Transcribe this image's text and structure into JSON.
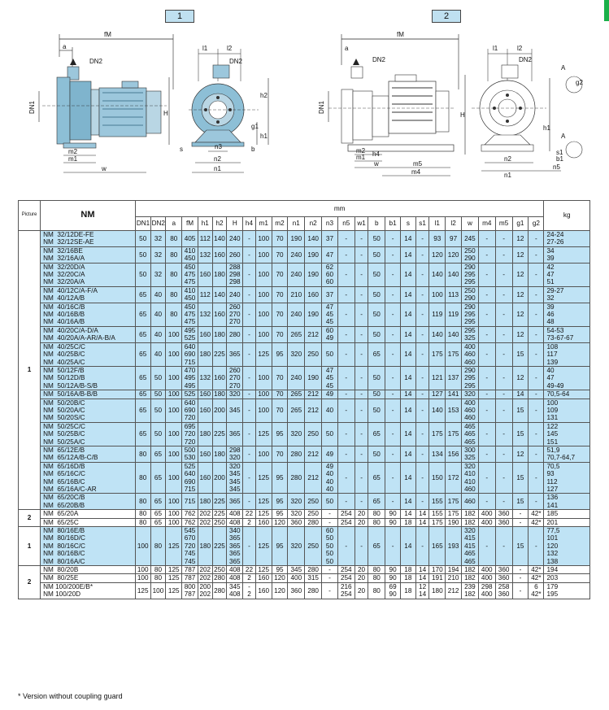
{
  "figures": {
    "label1": "1",
    "label2": "2"
  },
  "dims1": {
    "fM": "fM",
    "a": "a",
    "DN2": "DN2",
    "DN1": "DN1",
    "m2": "m2",
    "m1": "m1",
    "w": "w",
    "H": "H",
    "l1": "l1",
    "l2": "l2",
    "DN2b": "DN2",
    "h2": "h2",
    "g1": "g1",
    "h1": "h1",
    "n3": "n3",
    "s": "s",
    "b": "b",
    "n2": "n2",
    "n1": "n1"
  },
  "dims2": {
    "fM": "fM",
    "a": "a",
    "DN2": "DN2",
    "DN1": "DN1",
    "h4": "h4",
    "m2": "m2",
    "m1": "m1",
    "w": "w",
    "m5": "m5",
    "m4": "m4",
    "H": "H",
    "l1": "l1",
    "l2": "l2",
    "DN2b": "DN2",
    "A": "A",
    "g2": "g2",
    "h1": "h1",
    "s1": "s1",
    "b1": "b1",
    "n5": "n5",
    "n2": "n2",
    "n1": "n1",
    "A2": "A"
  },
  "table": {
    "picture_header": "Picture",
    "nm_header": "NM",
    "mm_header": "mm",
    "kg_header": "kg",
    "columns": [
      "DN1",
      "DN2",
      "a",
      "fM",
      "h1",
      "h2",
      "H",
      "h4",
      "m1",
      "m2",
      "n1",
      "n2",
      "n3",
      "n5",
      "w1",
      "b",
      "b1",
      "s",
      "s1",
      "l1",
      "l2",
      "w",
      "m4",
      "m5",
      "g1",
      "g2"
    ],
    "rows": [
      {
        "pic": "1",
        "span": 1,
        "cls": "blue",
        "names": [
          "NM  32/12DE-FE",
          "NM  32/12SE-AE"
        ],
        "cells": [
          "50",
          "32",
          "80",
          "405",
          "112",
          "140",
          "240",
          "-",
          "100",
          "70",
          "190",
          "140",
          "37",
          "-",
          "-",
          "50",
          "-",
          "14",
          "-",
          "93",
          "97",
          "245",
          "-",
          "-",
          "12",
          "-"
        ],
        "kg": [
          "24-24",
          "27-26"
        ]
      },
      {
        "cls": "blue",
        "names": [
          "NM  32/16BE",
          "NM  32/16A/A"
        ],
        "cells": [
          "50",
          "32",
          "80",
          "410\n450",
          "132",
          "160",
          "260",
          "-",
          "100",
          "70",
          "240",
          "190",
          "47",
          "-",
          "-",
          "50",
          "-",
          "14",
          "-",
          "120",
          "120",
          "250\n290",
          "-",
          "-",
          "12",
          "-"
        ],
        "kg": [
          "34",
          "39"
        ]
      },
      {
        "cls": "blue",
        "names": [
          "NM  32/20D/A",
          "NM  32/20C/A",
          "NM  32/20A/A"
        ],
        "cells": [
          "50",
          "32",
          "80",
          "450\n475\n475",
          "160",
          "180",
          "288\n298\n298",
          "-",
          "100",
          "70",
          "240",
          "190",
          "62\n60\n60",
          "-",
          "-",
          "50",
          "-",
          "14",
          "-",
          "140",
          "140",
          "290\n295\n295",
          "-",
          "-",
          "12",
          "-"
        ],
        "kg": [
          "42",
          "47",
          "51"
        ]
      },
      {
        "cls": "blue",
        "names": [
          "NM  40/12C/A-F/A",
          "NM  40/12A/B"
        ],
        "cells": [
          "65",
          "40",
          "80",
          "410\n450",
          "112",
          "140",
          "240",
          "-",
          "100",
          "70",
          "210",
          "160",
          "37",
          "-",
          "-",
          "50",
          "-",
          "14",
          "-",
          "100",
          "113",
          "250\n290",
          "-",
          "-",
          "12",
          "-"
        ],
        "kg": [
          "29-27",
          "32"
        ]
      },
      {
        "cls": "blue",
        "names": [
          "NM  40/16C/B",
          "NM  40/16B/B",
          "NM  40/16A/B"
        ],
        "cells": [
          "65",
          "40",
          "80",
          "450\n475\n475",
          "132",
          "160",
          "260\n270\n270",
          "-",
          "100",
          "70",
          "240",
          "190",
          "47\n45\n45",
          "-",
          "-",
          "50",
          "-",
          "14",
          "-",
          "119",
          "119",
          "290\n295\n295",
          "-",
          "-",
          "12",
          "-"
        ],
        "kg": [
          "39",
          "46",
          "48"
        ]
      },
      {
        "cls": "blue",
        "names": [
          "NM  40/20C/A-D/A",
          "NM  40/20A/A-AR/A-B/A"
        ],
        "cells": [
          "65",
          "40",
          "100",
          "495\n525",
          "160",
          "180",
          "280",
          "-",
          "100",
          "70",
          "265",
          "212",
          "60\n49",
          "-",
          "-",
          "50",
          "-",
          "14",
          "-",
          "140",
          "140",
          "295\n325",
          "-",
          "-",
          "12",
          "-"
        ],
        "kg": [
          "54-53",
          "73-67-67"
        ]
      },
      {
        "cls": "blue",
        "names": [
          "NM  40/25C/C",
          "NM  40/25B/C",
          "NM  40/25A/C"
        ],
        "cells": [
          "65",
          "40",
          "100",
          "640\n690\n715",
          "180",
          "225",
          "365",
          "-",
          "125",
          "95",
          "320",
          "250",
          "50",
          "-",
          "-",
          "65",
          "-",
          "14",
          "-",
          "175",
          "175",
          "400\n460\n460",
          "-",
          "-",
          "15",
          "-"
        ],
        "kg": [
          "108",
          "117",
          "139"
        ]
      },
      {
        "cls": "blue",
        "names": [
          "NM  50/12F/B",
          "NM  50/12D/B",
          "NM  50/12A/B-S/B"
        ],
        "cells": [
          "65",
          "50",
          "100",
          "470\n495\n495",
          "132",
          "160",
          "260\n270\n270",
          "-",
          "100",
          "70",
          "240",
          "190",
          "47\n45\n45",
          "-",
          "-",
          "50",
          "-",
          "14",
          "-",
          "121",
          "137",
          "290\n295\n295",
          "-",
          "-",
          "12",
          "-"
        ],
        "kg": [
          "40",
          "47",
          "49-49"
        ]
      },
      {
        "cls": "blue",
        "names": [
          "NM  50/16A/B-B/B"
        ],
        "cells": [
          "65",
          "50",
          "100",
          "525",
          "160",
          "180",
          "320",
          "-",
          "100",
          "70",
          "265",
          "212",
          "49",
          "-",
          "-",
          "50",
          "-",
          "14",
          "-",
          "127",
          "141",
          "320",
          "-",
          "-",
          "14",
          "-"
        ],
        "kg": [
          "70,5-64"
        ]
      },
      {
        "cls": "blue",
        "names": [
          "NM  50/20B/C",
          "NM  50/20A/C",
          "NM  50/20S/C"
        ],
        "cells": [
          "65",
          "50",
          "100",
          "640\n690\n720",
          "160",
          "200",
          "345",
          "-",
          "100",
          "70",
          "265",
          "212",
          "40",
          "-",
          "-",
          "50",
          "-",
          "14",
          "-",
          "140",
          "153",
          "400\n460\n460",
          "-",
          "-",
          "15",
          "-"
        ],
        "kg": [
          "100",
          "109",
          "131"
        ]
      },
      {
        "cls": "blue",
        "names": [
          "NM  50/25C/C",
          "NM  50/25B/C",
          "NM  50/25A/C"
        ],
        "cells": [
          "65",
          "50",
          "100",
          "695\n720\n720",
          "180",
          "225",
          "365",
          "-",
          "125",
          "95",
          "320",
          "250",
          "50",
          "-",
          "-",
          "65",
          "-",
          "14",
          "-",
          "175",
          "175",
          "465\n465\n465",
          "-",
          "-",
          "15",
          "-"
        ],
        "kg": [
          "122",
          "145",
          "151"
        ]
      },
      {
        "cls": "blue",
        "names": [
          "NM  65/12E/B",
          "NM  65/12A/B-C/B"
        ],
        "cells": [
          "80",
          "65",
          "100",
          "500\n530",
          "160",
          "180",
          "298\n320",
          "-",
          "100",
          "70",
          "280",
          "212",
          "49",
          "-",
          "-",
          "50",
          "-",
          "14",
          "-",
          "134",
          "156",
          "300\n325",
          "-",
          "-",
          "12",
          "-"
        ],
        "kg": [
          "51,9",
          "70,7-64,7"
        ]
      },
      {
        "cls": "blue",
        "names": [
          "NM  65/16D/B",
          "NM  65/16C/C",
          "NM  65/16B/C",
          "NM  65/16A/C-AR"
        ],
        "cells": [
          "80",
          "65",
          "100",
          "525\n640\n690\n715",
          "160",
          "200",
          "320\n345\n345\n345",
          "-",
          "125",
          "95",
          "280",
          "212",
          "49\n40\n40\n40",
          "-",
          "-",
          "65",
          "-",
          "14",
          "-",
          "150",
          "172",
          "320\n410\n410\n460",
          "-",
          "-",
          "15",
          "-"
        ],
        "kg": [
          "70,5",
          "93",
          "112",
          "127"
        ]
      },
      {
        "cls": "blue",
        "names": [
          "NM  65/20C/B",
          "NM  65/20B/B"
        ],
        "cells": [
          "80",
          "65",
          "100",
          "715",
          "180",
          "225",
          "365",
          "-",
          "125",
          "95",
          "320",
          "250",
          "50",
          "-",
          "-",
          "65",
          "-",
          "14",
          "-",
          "155",
          "175",
          "460",
          "-",
          "-",
          "15",
          "-"
        ],
        "kg": [
          "136",
          "141"
        ]
      },
      {
        "pic": "2",
        "cls": "white",
        "names": [
          "NM  65/20A"
        ],
        "cells": [
          "80",
          "65",
          "100",
          "762",
          "202",
          "225",
          "408",
          "22",
          "125",
          "95",
          "320",
          "250",
          "-",
          "254",
          "20",
          "80",
          "90",
          "14",
          "14",
          "155",
          "175",
          "182",
          "400",
          "360",
          "-",
          "42*"
        ],
        "kg": [
          "185"
        ]
      },
      {
        "cls": "white",
        "names": [
          "NM  65/25C"
        ],
        "cells": [
          "80",
          "65",
          "100",
          "762",
          "202",
          "250",
          "408",
          "2",
          "160",
          "120",
          "360",
          "280",
          "-",
          "254",
          "20",
          "80",
          "90",
          "18",
          "14",
          "175",
          "190",
          "182",
          "400",
          "360",
          "-",
          "42*"
        ],
        "kg": [
          "201"
        ]
      },
      {
        "pic": "1",
        "cls": "blue",
        "names": [
          "NM  80/16E/B",
          "NM  80/16D/C",
          "NM  80/16C/C",
          "NM  80/16B/C",
          "NM  80/16A/C"
        ],
        "cells": [
          "100",
          "80",
          "125",
          "545\n670\n720\n745\n745",
          "180",
          "225",
          "340\n365\n365\n365\n365",
          "-",
          "125",
          "95",
          "320",
          "250",
          "60\n50\n50\n50\n50",
          "-",
          "-",
          "65",
          "-",
          "14",
          "-",
          "165",
          "193",
          "320\n415\n415\n465\n465",
          "-",
          "-",
          "15",
          "-"
        ],
        "kg": [
          "77,5",
          "101",
          "120",
          "132",
          "138"
        ]
      },
      {
        "pic": "2",
        "cls": "white",
        "names": [
          "NM  80/20B"
        ],
        "cells": [
          "100",
          "80",
          "125",
          "787",
          "202",
          "250",
          "408",
          "22",
          "125",
          "95",
          "345",
          "280",
          "-",
          "254",
          "20",
          "80",
          "90",
          "18",
          "14",
          "170",
          "194",
          "182",
          "400",
          "360",
          "-",
          "42*"
        ],
        "kg": [
          "194"
        ]
      },
      {
        "cls": "white",
        "names": [
          "NM  80/25E"
        ],
        "cells": [
          "100",
          "80",
          "125",
          "787",
          "202",
          "280",
          "408",
          "2",
          "160",
          "120",
          "400",
          "315",
          "-",
          "254",
          "20",
          "80",
          "90",
          "18",
          "14",
          "191",
          "210",
          "182",
          "400",
          "360",
          "-",
          "42*"
        ],
        "kg": [
          "203"
        ]
      },
      {
        "cls": "white",
        "names": [
          "NM 100/200E/B*",
          "NM 100/20D"
        ],
        "cells": [
          "125",
          "100",
          "125",
          "800\n787",
          "200\n202",
          "280",
          "345\n408",
          "-\n2",
          "160",
          "120",
          "360",
          "280",
          "-",
          "216\n254",
          "20",
          "80",
          "69\n90",
          "18",
          "12\n14",
          "180",
          "212",
          "239\n182",
          "298\n400",
          "258\n360",
          "-",
          "6\n42*"
        ],
        "kg": [
          "179",
          "195"
        ]
      }
    ]
  },
  "footnote": "* Version without coupling guard"
}
